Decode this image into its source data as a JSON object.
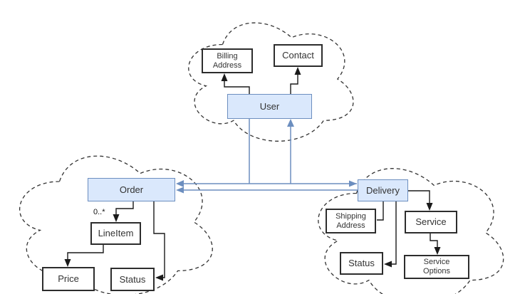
{
  "diagram": {
    "nodes": {
      "user": {
        "label": "User"
      },
      "billing_address": {
        "lines": [
          "Billing",
          "Address"
        ]
      },
      "contact": {
        "label": "Contact"
      },
      "order": {
        "label": "Order"
      },
      "line_item": {
        "label": "LineItem"
      },
      "price": {
        "label": "Price"
      },
      "order_status": {
        "label": "Status"
      },
      "delivery": {
        "label": "Delivery"
      },
      "shipping_address": {
        "lines": [
          "Shipping",
          "Address"
        ]
      },
      "service": {
        "label": "Service"
      },
      "delivery_status": {
        "label": "Status"
      },
      "service_options": {
        "lines": [
          "Service",
          "Options"
        ]
      }
    },
    "labels": {
      "order_lineitem_multiplicity": "0..*"
    },
    "colors": {
      "highlight_fill": "#dae8fc",
      "highlight_stroke": "#6c8ebf",
      "connector_blue": "#6c8ebf",
      "connector_black": "#1a1a1a",
      "node_fill": "#ffffff",
      "node_stroke": "#2d2d2d",
      "cloud_stroke": "#333333"
    }
  }
}
